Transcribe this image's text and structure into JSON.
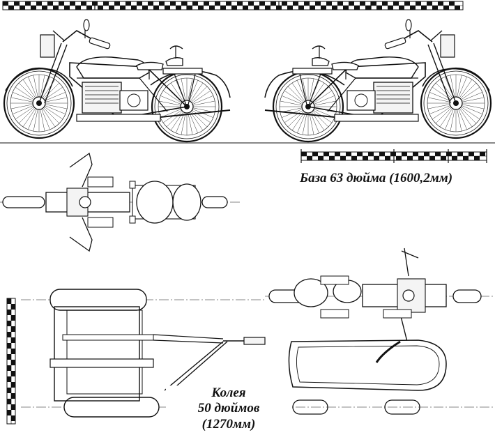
{
  "drawing": {
    "wheelbase_label": "База 63 дюйма (1600,2мм)",
    "track_label_line1": "Колея",
    "track_label_line2": "50 дюймов",
    "track_label_line3": "(1270мм)"
  },
  "colors": {
    "ink": "#111111",
    "paper": "#ffffff",
    "fill_light": "#f4f4f4"
  }
}
